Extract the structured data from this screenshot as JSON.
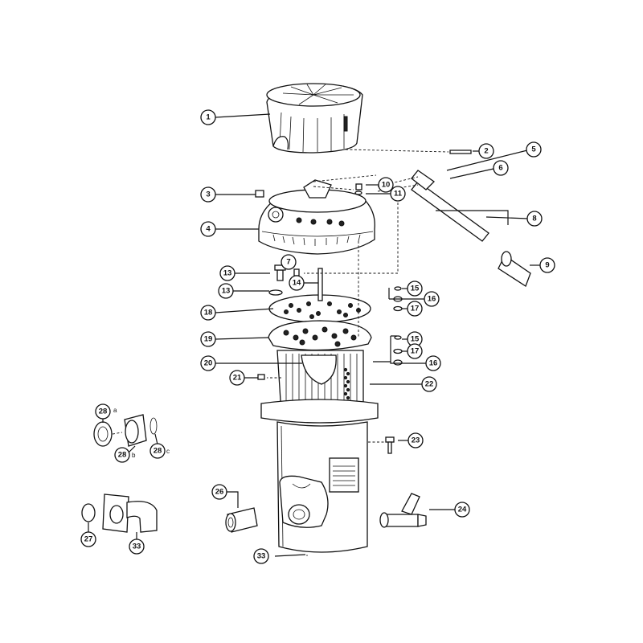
{
  "callouts": {
    "c1": "1",
    "c2": "2",
    "c3": "3",
    "c4": "4",
    "c5": "5",
    "c6": "6",
    "c7": "7",
    "c8": "8",
    "c9": "9",
    "c10": "10",
    "c11": "11",
    "c13a": "13",
    "c13b": "13",
    "c14": "14",
    "c15a": "15",
    "c15b": "15",
    "c16a": "16",
    "c16b": "16",
    "c17a": "17",
    "c17b": "17",
    "c18": "18",
    "c19": "19",
    "c20": "20",
    "c21": "21",
    "c22": "22",
    "c23": "23",
    "c24": "24",
    "c26": "26",
    "c27": "27",
    "c28a": "28",
    "c28b": "28",
    "c28c": "28",
    "c33a": "33",
    "c33b": "33"
  },
  "sublabels": {
    "s28a": "a",
    "s28b": "b",
    "s28c": "c"
  }
}
